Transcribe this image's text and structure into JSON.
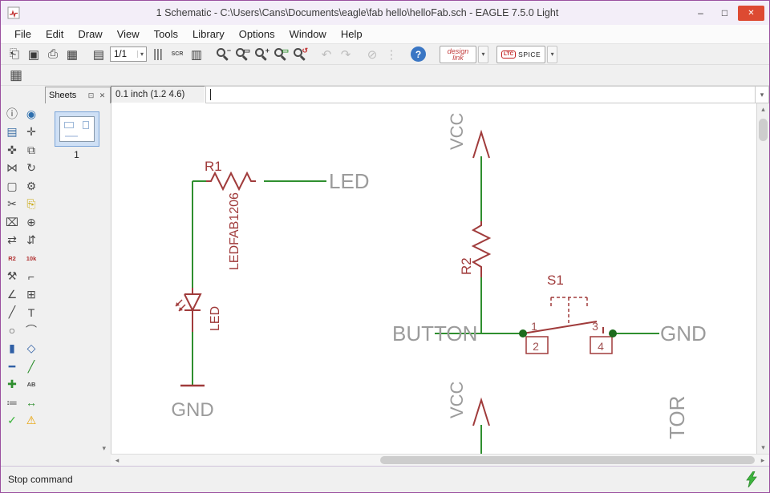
{
  "colors": {
    "window_border": "#9a4f9f",
    "titlebar_bg": "#f3eef8",
    "close_button": "#dd4a32",
    "sym": "#a03b3b",
    "net": "#2f8f2f",
    "junction": "#1d6b1d",
    "label_gray": "#9b9b9b",
    "pin_gray": "#a05050",
    "status_green": "#3db53d"
  },
  "window": {
    "title": "1 Schematic - C:\\Users\\Cans\\Documents\\eagle\\fab hello\\helloFab.sch - EAGLE 7.5.0 Light",
    "minimize_glyph": "–",
    "maximize_glyph": "□",
    "close_glyph": "✕"
  },
  "menu": {
    "items": [
      "File",
      "Edit",
      "Draw",
      "View",
      "Tools",
      "Library",
      "Options",
      "Window",
      "Help"
    ]
  },
  "toolbar": {
    "zoom_value": "1/1",
    "dropdown_glyph": "▾",
    "design_link_label": "design link",
    "ltc_logo": "LTC",
    "ltc_label": "SPICE",
    "buttons": [
      {
        "n": "open-button",
        "g": "⎗"
      },
      {
        "n": "save-button",
        "g": "▣"
      },
      {
        "n": "print-button",
        "g": "⎙"
      },
      {
        "n": "export-image-button",
        "g": "▦"
      },
      {
        "sep": true
      },
      {
        "n": "sheet-list-button",
        "g": "▤"
      },
      {
        "select": true
      },
      {
        "n": "layer-display-button",
        "g": "|||"
      },
      {
        "n": "script-button",
        "g": "SCR",
        "cls": "txt"
      },
      {
        "n": "run-ulp-button",
        "g": "▥"
      },
      {
        "sep": true
      },
      {
        "n": "zoom-out-button",
        "mag": true,
        "o": "−"
      },
      {
        "n": "zoom-fit-button",
        "mag": true,
        "o": "▭"
      },
      {
        "n": "zoom-in-button",
        "mag": true,
        "o": "+"
      },
      {
        "n": "zoom-select-button",
        "mag": true,
        "o": "▭",
        "cls": "green"
      },
      {
        "n": "zoom-redraw-button",
        "mag": true,
        "o": "↺",
        "cls": "red"
      },
      {
        "sep": true
      },
      {
        "n": "undo-button",
        "g": "↶",
        "cls": "disabled"
      },
      {
        "n": "redo-button",
        "g": "↷",
        "cls": "disabled"
      },
      {
        "sep": true
      },
      {
        "n": "stop-button",
        "g": "⊘",
        "cls": "disabled"
      },
      {
        "n": "go-button",
        "g": "⋮",
        "cls": "disabled"
      },
      {
        "sep": true
      },
      {
        "n": "help-button",
        "g": "?",
        "cls": "help"
      }
    ]
  },
  "toolbar2": {
    "grid_glyph": "▦"
  },
  "command_bar": {
    "coordinates": "0.1 inch (1.2 4.6)",
    "input_value": ""
  },
  "sheets_panel": {
    "tab_label": "Sheets",
    "float_glyph": "⊡",
    "close_glyph": "✕",
    "scroll_down_glyph": "▾",
    "sheets": [
      {
        "label": "1"
      }
    ]
  },
  "tools": {
    "items": [
      {
        "n": "info-tool",
        "g": "ⓘ"
      },
      {
        "n": "show-tool",
        "g": "◉",
        "c": "#2e6fae"
      },
      {
        "n": "display-tool",
        "g": "▤",
        "c": "#3b6ea5"
      },
      {
        "n": "mark-tool",
        "g": "✛"
      },
      {
        "n": "move-tool",
        "g": "✜"
      },
      {
        "n": "copy-tool",
        "g": "⧉"
      },
      {
        "n": "mirror-tool",
        "g": "⋈"
      },
      {
        "n": "rotate-tool",
        "g": "↻"
      },
      {
        "n": "group-tool",
        "g": "▢"
      },
      {
        "n": "change-tool",
        "g": "⚙"
      },
      {
        "n": "cut-tool",
        "g": "✂"
      },
      {
        "n": "paste-tool",
        "g": "⎘",
        "c": "#c8a400"
      },
      {
        "n": "delete-tool",
        "g": "⌧"
      },
      {
        "n": "add-tool",
        "g": "⊕"
      },
      {
        "n": "pinswap-tool",
        "g": "⇄"
      },
      {
        "n": "gateswap-tool",
        "g": "⇵"
      },
      {
        "n": "name-tool",
        "g": "R2",
        "cls": "txt",
        "c": "#b03030"
      },
      {
        "n": "value-tool",
        "g": "10k",
        "cls": "txt",
        "c": "#b03030"
      },
      {
        "n": "smash-tool",
        "g": "⚒"
      },
      {
        "n": "miter-tool",
        "g": "⌐"
      },
      {
        "n": "split-tool",
        "g": "∠"
      },
      {
        "n": "invoke-tool",
        "g": "⊞"
      },
      {
        "n": "wire-tool",
        "g": "╱"
      },
      {
        "n": "text-tool",
        "g": "T"
      },
      {
        "n": "circle-tool",
        "g": "○"
      },
      {
        "n": "arc-tool",
        "g": "⌒"
      },
      {
        "n": "rect-tool",
        "g": "▮",
        "c": "#2f5fa5"
      },
      {
        "n": "polygon-tool",
        "g": "◇",
        "c": "#2f5fa5"
      },
      {
        "n": "bus-tool",
        "g": "━",
        "c": "#2f5fa5"
      },
      {
        "n": "net-tool",
        "g": "╱",
        "c": "#2f8f2f"
      },
      {
        "n": "junction-tool",
        "g": "✚",
        "c": "#2f8f2f"
      },
      {
        "n": "label-tool",
        "g": "AB",
        "cls": "txt"
      },
      {
        "n": "attribute-tool",
        "g": "≔"
      },
      {
        "n": "dimension-tool",
        "g": "↔",
        "c": "#2f8f2f"
      },
      {
        "n": "erc-tool",
        "g": "✓",
        "c": "#3db53d"
      },
      {
        "n": "errors-tool",
        "g": "⚠",
        "c": "#e8a000"
      }
    ]
  },
  "scrollbar": {
    "up": "▴",
    "down": "▾",
    "left": "◂",
    "right": "▸"
  },
  "schematic": {
    "labels": {
      "r1_name": "R1",
      "net_led": "LED",
      "led_name": "LED",
      "led_value": "LEDFAB1206",
      "gnd_left": "GND",
      "vcc_top": "VCC",
      "r2_name": "R2",
      "s1_name": "S1",
      "net_button": "BUTTON",
      "net_gnd": "GND",
      "vcc_bottom": "VCC",
      "resonator_partial": "TOR",
      "pin1": "1",
      "pin2": "2",
      "pin3": "3",
      "pin4": "4"
    }
  },
  "status_bar": {
    "text": "Stop command"
  }
}
